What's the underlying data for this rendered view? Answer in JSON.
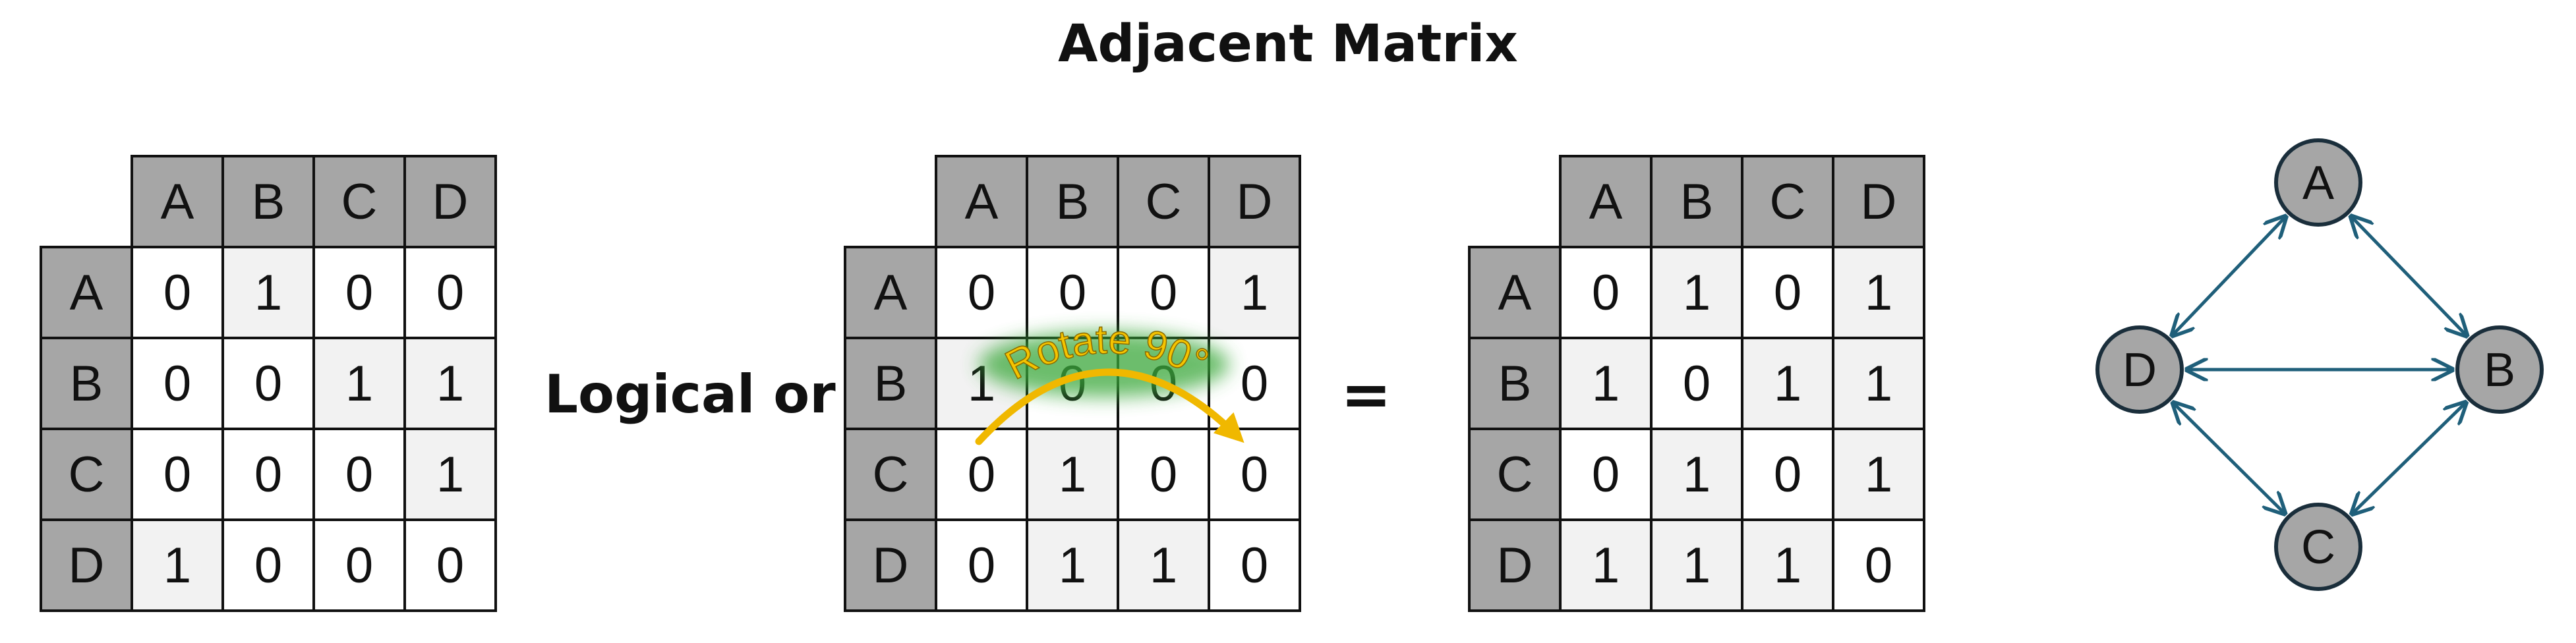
{
  "title": "Adjacent Matrix",
  "headers": [
    "A",
    "B",
    "C",
    "D"
  ],
  "operator_or": "Logical or",
  "operator_equals": "=",
  "rotate_label": "Rotate 90°",
  "matrices": [
    {
      "rows": [
        [
          "0",
          "1",
          "0",
          "0"
        ],
        [
          "0",
          "0",
          "1",
          "1"
        ],
        [
          "0",
          "0",
          "0",
          "1"
        ],
        [
          "1",
          "0",
          "0",
          "0"
        ]
      ]
    },
    {
      "rows": [
        [
          "0",
          "0",
          "0",
          "1"
        ],
        [
          "1",
          "0",
          "0",
          "0"
        ],
        [
          "0",
          "1",
          "0",
          "0"
        ],
        [
          "0",
          "1",
          "1",
          "0"
        ]
      ]
    },
    {
      "rows": [
        [
          "0",
          "1",
          "0",
          "1"
        ],
        [
          "1",
          "0",
          "1",
          "1"
        ],
        [
          "0",
          "1",
          "0",
          "1"
        ],
        [
          "1",
          "1",
          "1",
          "0"
        ]
      ]
    }
  ],
  "graph": {
    "nodes": [
      "A",
      "B",
      "C",
      "D"
    ],
    "edges": [
      [
        "A",
        "B"
      ],
      [
        "A",
        "D"
      ],
      [
        "D",
        "B"
      ],
      [
        "D",
        "C"
      ],
      [
        "C",
        "B"
      ]
    ],
    "node_fill": "#a6a6a6",
    "node_stroke": "#1a2e3b",
    "edge_color": "#1f5f7a"
  },
  "colors": {
    "header_fill": "#a6a6a6",
    "cell_light": "#f2f2f2",
    "rotate_arrow": "#f0b800",
    "rotate_glow": "#2e8b2e"
  }
}
